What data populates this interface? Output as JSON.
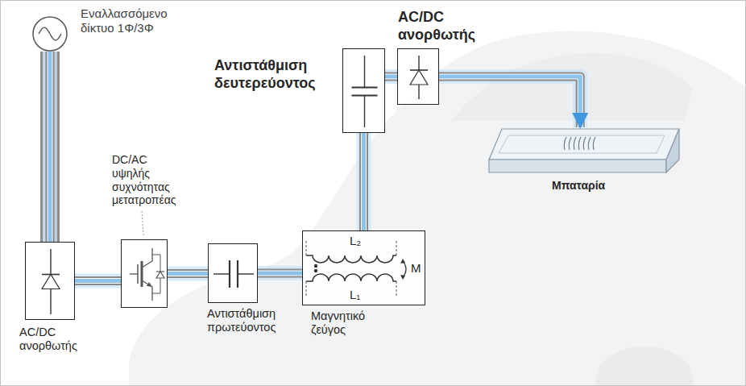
{
  "diagram": {
    "nodes": [
      {
        "text": [
          "Εναλλασσόμενο δίκτυο 1Φ/3Φ"
        ]
      },
      {
        "text": [
          "AC/DC ανορθωτής"
        ]
      },
      {
        "text": [
          "DC/AC υψηλής συχνότητας μετατροπέας"
        ]
      },
      {
        "text": [
          "Αντιστάθμιση πρωτεύοντος"
        ]
      },
      {
        "text": [
          "L₂",
          "L₁",
          "M",
          "Μαγνητικό ζεύγος"
        ]
      },
      {
        "text": [
          "Αντιστάθμιση δευτερεύοντος"
        ]
      },
      {
        "text": [
          "AC/DC ανορθωτής"
        ]
      },
      {
        "text": [
          "Μπαταρία"
        ]
      }
    ],
    "edges": [
      {
        "from": 0,
        "to": 1,
        "arrow": "none"
      },
      {
        "from": 1,
        "to": 2,
        "arrow": "none"
      },
      {
        "from": 2,
        "to": 3,
        "arrow": "none"
      },
      {
        "from": 3,
        "to": 4,
        "arrow": "none"
      },
      {
        "from": 4,
        "to": 5,
        "arrow": "none"
      },
      {
        "from": 5,
        "to": 6,
        "arrow": "none"
      },
      {
        "from": 6,
        "to": 7,
        "arrow": "to"
      }
    ]
  }
}
